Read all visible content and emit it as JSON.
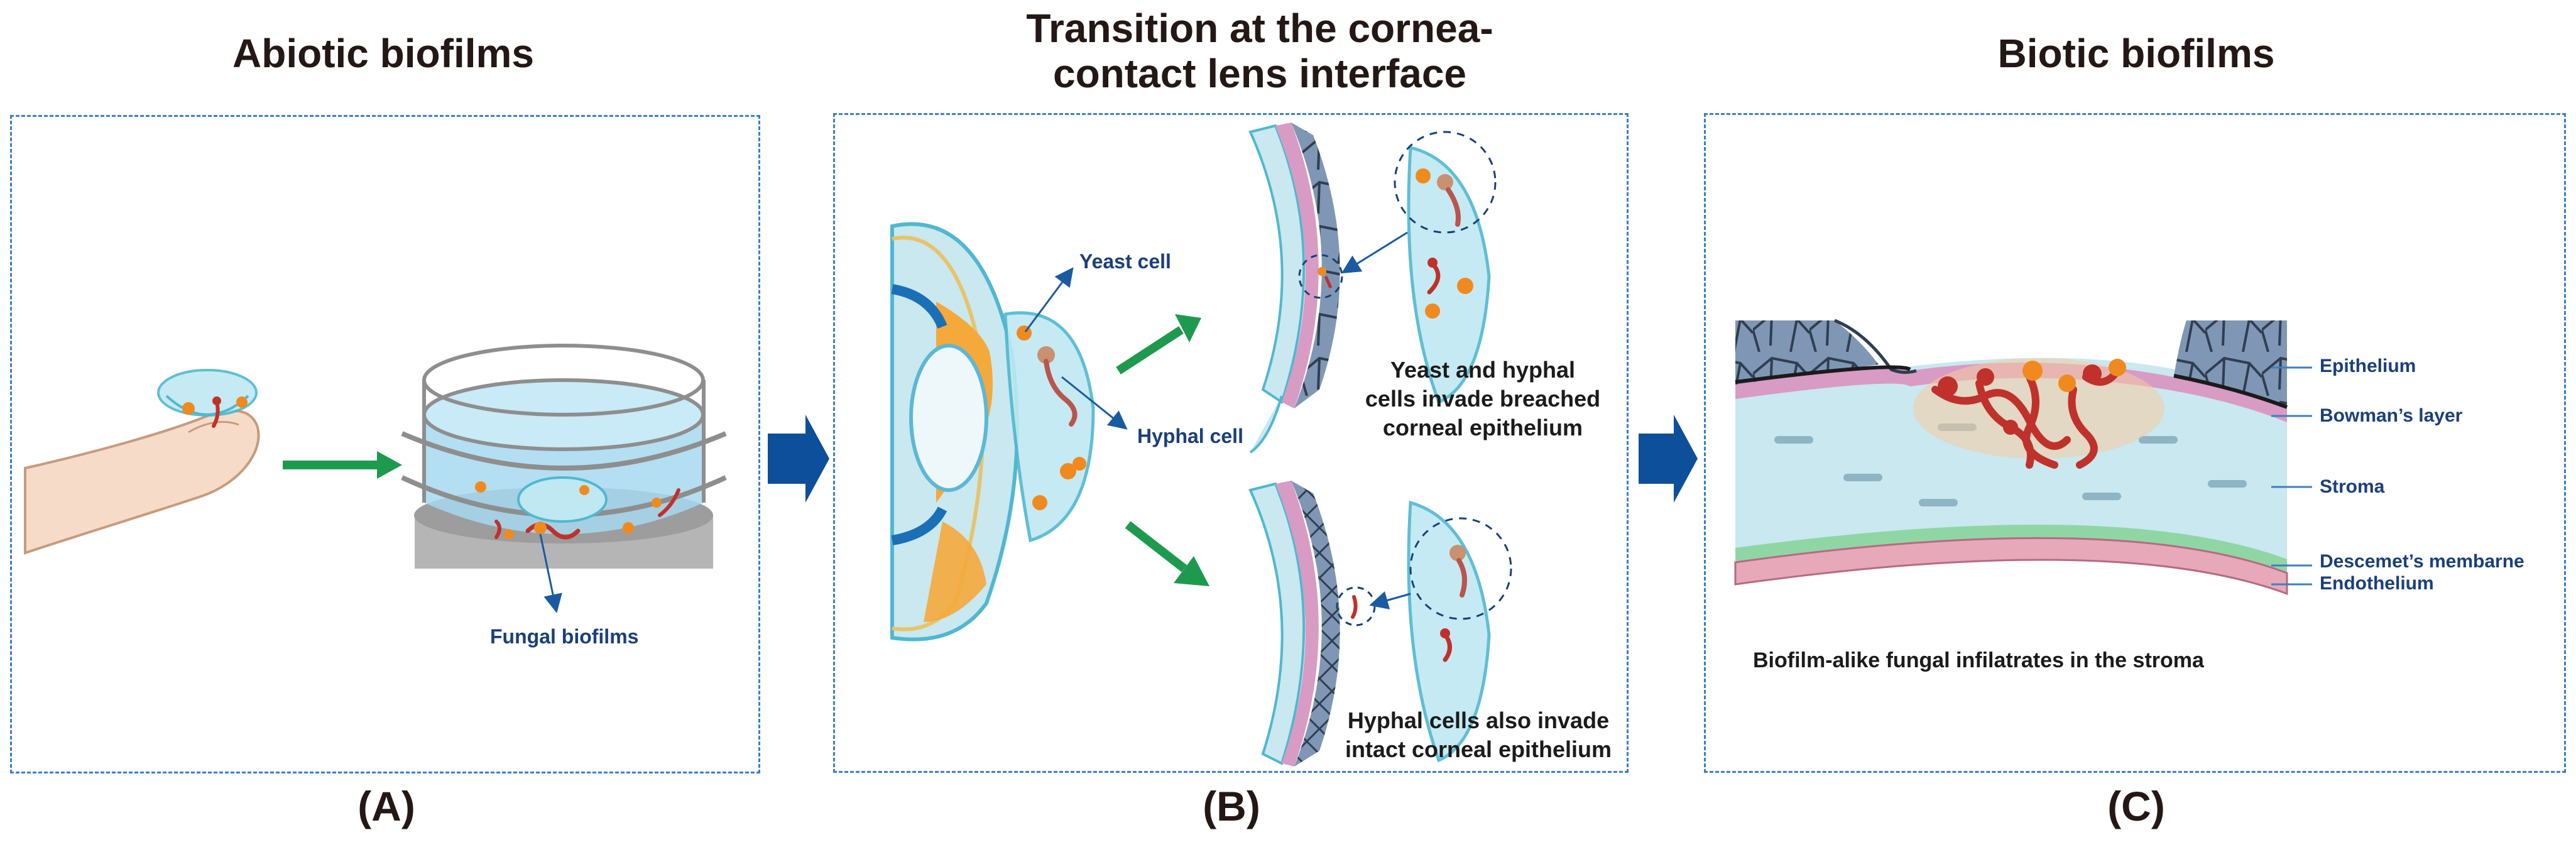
{
  "panels": [
    {
      "title": "Abiotic biofilms",
      "letter": "(A)"
    },
    {
      "title_line1": "Transition at the cornea-",
      "title_line2": "contact lens interface",
      "letter": "(B)"
    },
    {
      "title": "Biotic biofilms",
      "letter": "(C)"
    }
  ],
  "labels": {
    "fungal_biofilms": "Fungal biofilms",
    "yeast_cell": "Yeast cell",
    "hyphal_cell": "Hyphal cell",
    "breached_line1": "Yeast and hyphal",
    "breached_line2": "cells invade breached",
    "breached_line3": "corneal epithelium",
    "intact_line1": "Hyphal cells also invade",
    "intact_line2": "intact corneal epithelium",
    "stroma_caption": "Biofilm-alike fungal infilatrates in the stroma"
  },
  "layers": [
    "Epithelium",
    "Bowman’s layer",
    "Stroma",
    "Descemet’s membarne",
    "Endothelium"
  ],
  "colors": {
    "frame": "#3d7fc1",
    "label_blue": "#1a3f7a",
    "green_arrow": "#1e9a4f",
    "big_arrow": "#0d4f9a",
    "skin": "#f6dcc8",
    "lens": "#bfe8f2",
    "fungus_orange": "#f08a1e",
    "fungus_red": "#c0312b",
    "epithelium": "#7f97b4",
    "bowman": "#d89bc4",
    "stroma": "#c9e8ef",
    "descemet": "#8fd6a4",
    "endothelium": "#e7a8b9"
  }
}
